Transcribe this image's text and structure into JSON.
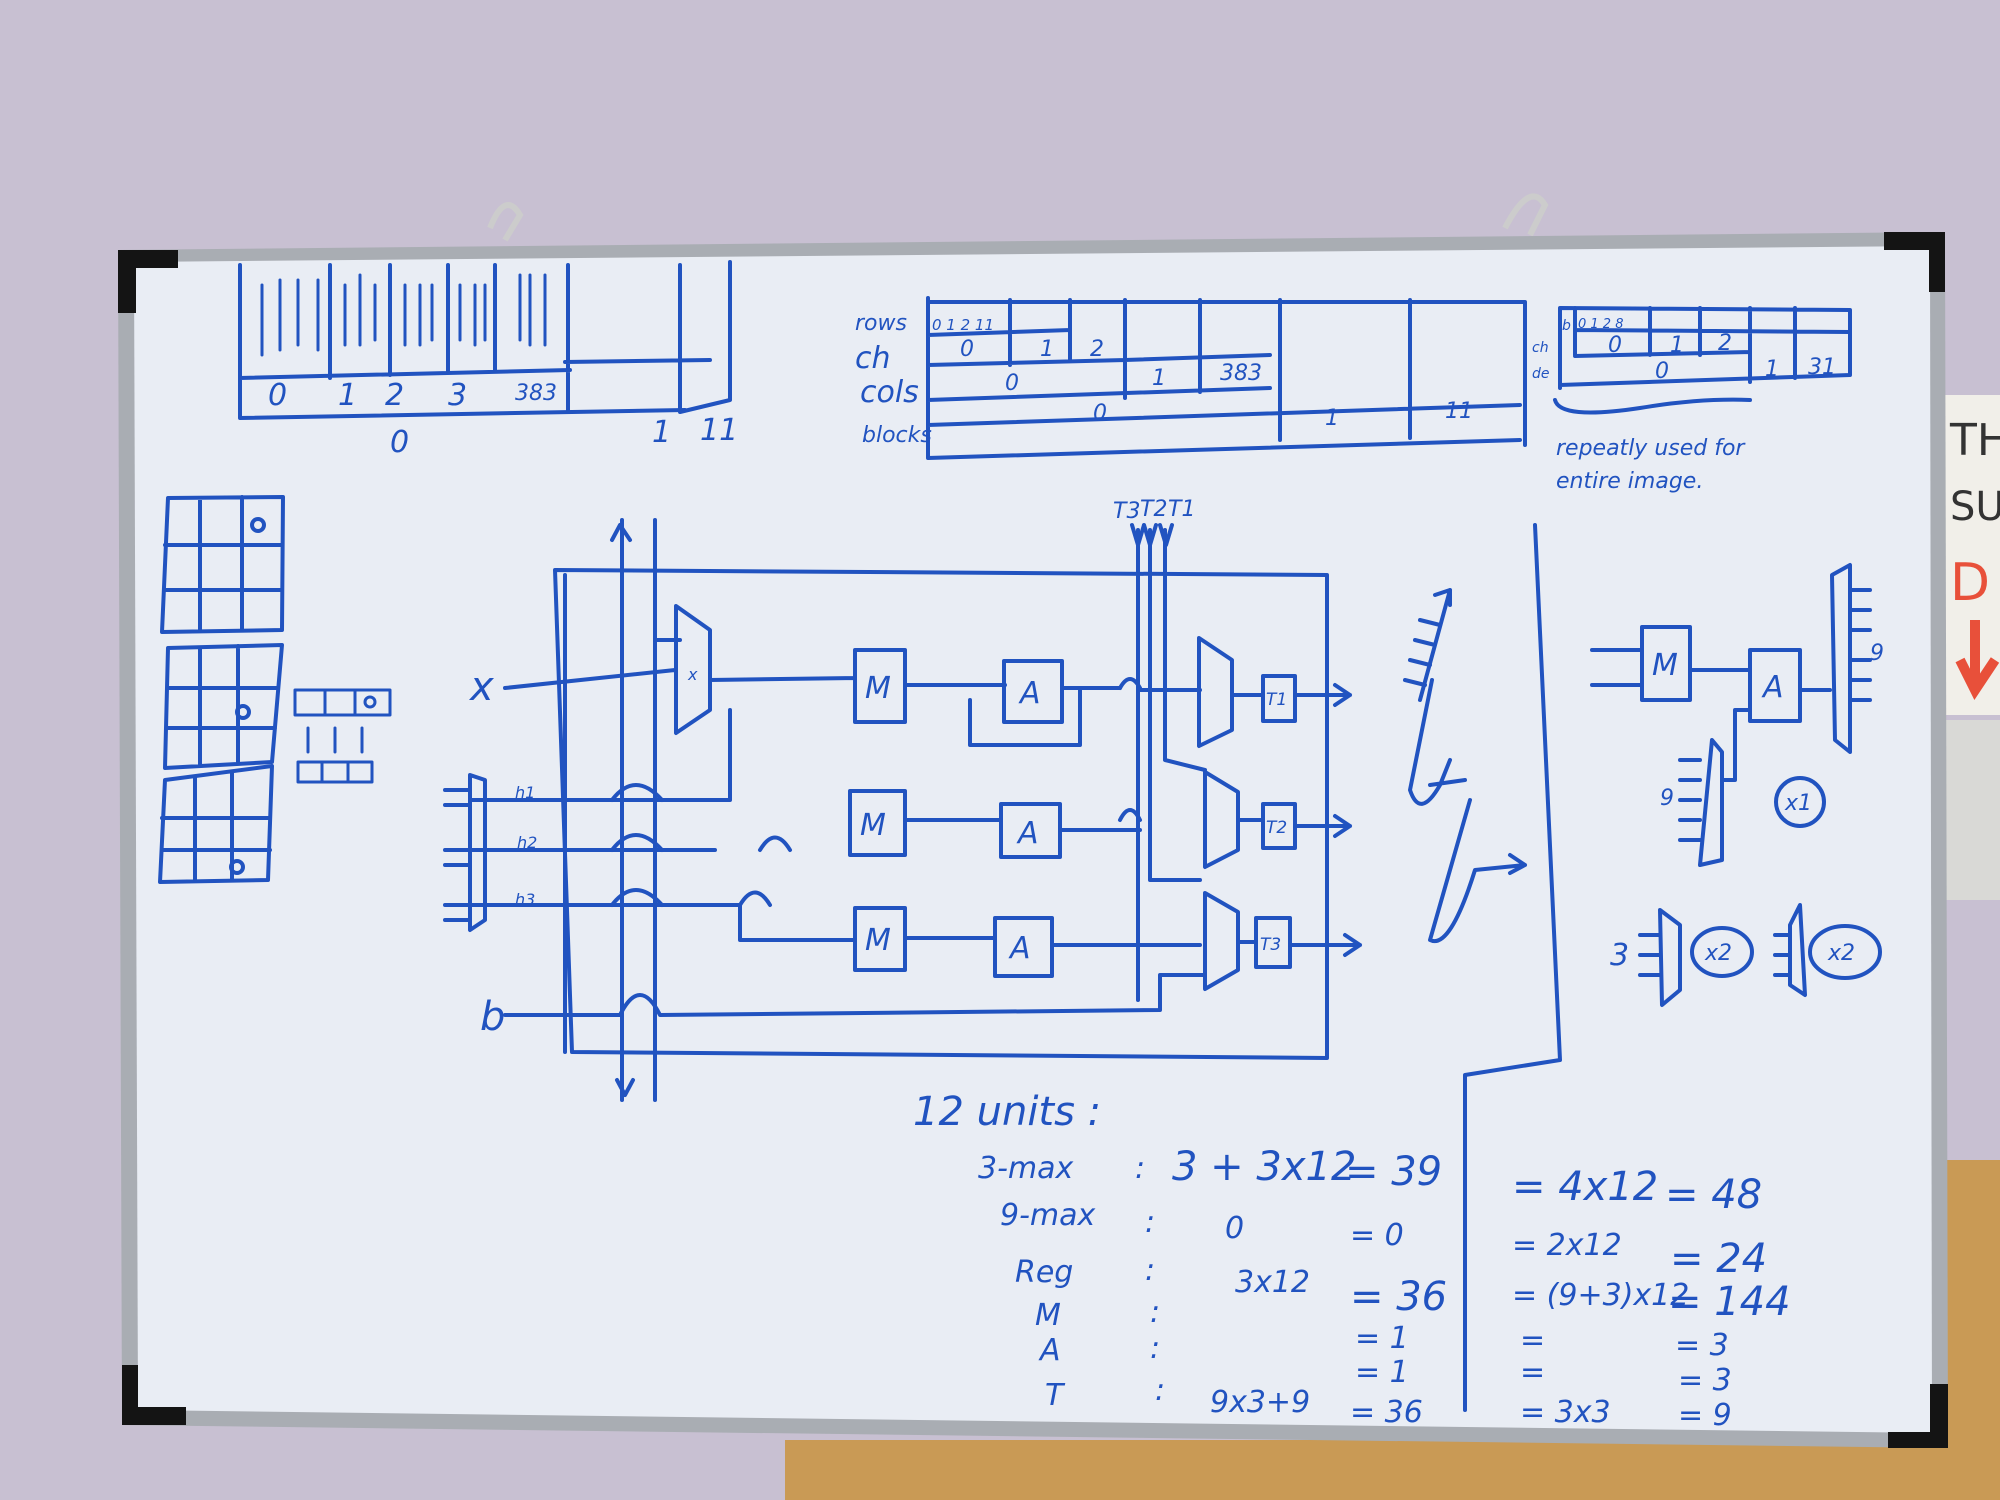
{
  "colors": {
    "wall": "#c8c0d2",
    "board": "#e9edf4",
    "ink": "#2153c0",
    "frame": "#a9adb3",
    "cork": "#c99a55",
    "sign_red": "#e8503a"
  },
  "top_left_array": {
    "row_labels": [
      "0",
      "1",
      "2",
      "3",
      "383"
    ],
    "bottom_labels": [
      "0",
      "1",
      "11"
    ]
  },
  "middle_array": {
    "axis_labels": [
      "rows",
      "ch",
      "cols",
      "blocks"
    ],
    "rows_ticks": "0 1 2 11",
    "ch_labels": [
      "0",
      "1",
      "2"
    ],
    "cols_labels": [
      "0",
      "1",
      "383"
    ],
    "blocks_labels": [
      "0",
      "1",
      "11"
    ]
  },
  "right_array": {
    "axis_labels": [
      "b",
      "ch",
      "de"
    ],
    "rows_ticks": "0 1 2 8",
    "ch_labels": [
      "0",
      "1",
      "2"
    ],
    "cols_labels": [
      "0",
      "1",
      "31"
    ],
    "note_line1": "repeatly used for",
    "note_line2": "entire image."
  },
  "datapath": {
    "inputs": {
      "x": "x",
      "b": "b",
      "h1": "h1",
      "h2": "h2",
      "h3": "h3"
    },
    "top_inputs": [
      "T3",
      "T2",
      "T1"
    ],
    "mux_label": "x",
    "multiplier_label": "M",
    "adder_label": "A",
    "outputs": [
      "T1",
      "T2",
      "T3"
    ]
  },
  "unit_diagram": {
    "mult": "M",
    "add": "A",
    "mux_inputs_right": "9",
    "mux_inputs_left": "9",
    "times1": "x1",
    "three": "3",
    "times2_a": "x2",
    "times2_b": "x2"
  },
  "cost_table": {
    "title": "12 units :",
    "rows": [
      {
        "label": "3-max",
        "colon": ":",
        "expr": "3 + 3x12",
        "result": "= 39",
        "alt_expr": "= 4x12",
        "alt_result": "= 48"
      },
      {
        "label": "9-max",
        "colon": ":",
        "expr": "0",
        "result": "= 0",
        "alt_expr": "= 2x12",
        "alt_result": "= 24"
      },
      {
        "label": "Reg",
        "colon": ":",
        "expr": "3x12",
        "result": "= 36",
        "alt_expr": "= (9+3)x12",
        "alt_result": "= 144"
      },
      {
        "label": "M",
        "colon": ":",
        "expr": "",
        "result": "= 1",
        "alt_expr": "=",
        "alt_result": "= 3"
      },
      {
        "label": "A",
        "colon": ":",
        "expr": "",
        "result": "= 1",
        "alt_expr": "=",
        "alt_result": "= 3"
      },
      {
        "label": "T",
        "colon": ":",
        "expr": "9x3+9",
        "result": "= 36",
        "alt_expr": "= 3x3",
        "alt_result": "= 9"
      }
    ]
  },
  "wall_sign": {
    "line1": "TH",
    "line2": "SU",
    "line3": "D"
  }
}
